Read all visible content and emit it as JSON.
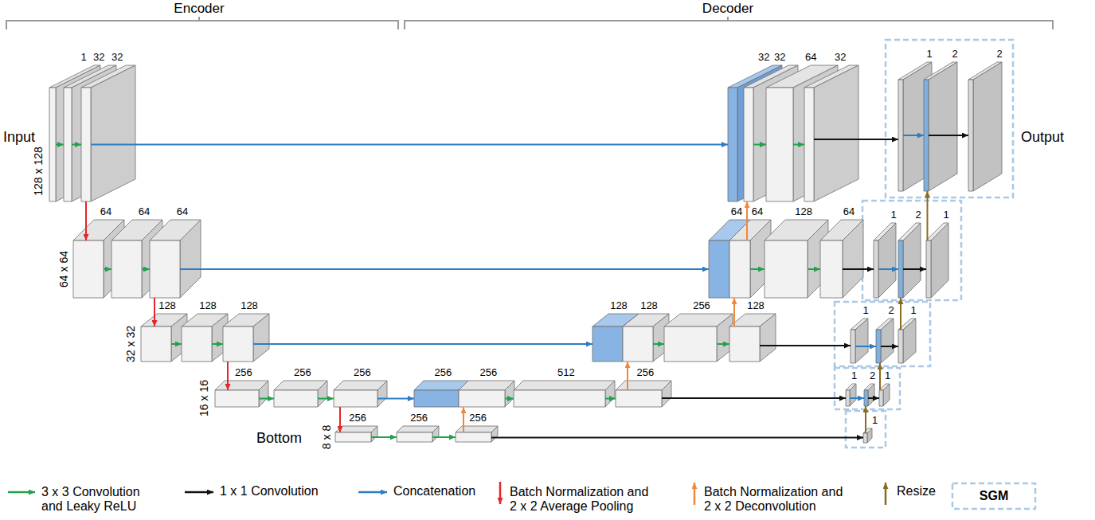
{
  "diagram": {
    "nodes": [
      {
        "text": [
          "1"
        ]
      },
      {
        "text": [
          "32"
        ]
      },
      {
        "text": [
          "32"
        ]
      },
      {
        "text": [
          "64"
        ]
      },
      {
        "text": [
          "64"
        ]
      },
      {
        "text": [
          "64"
        ]
      },
      {
        "text": [
          "128"
        ]
      },
      {
        "text": [
          "128"
        ]
      },
      {
        "text": [
          "128"
        ]
      },
      {
        "text": [
          "256"
        ]
      },
      {
        "text": [
          "256"
        ]
      },
      {
        "text": [
          "256"
        ]
      },
      {
        "text": [
          "256"
        ]
      },
      {
        "text": [
          "256"
        ]
      },
      {
        "text": [
          "256"
        ]
      },
      {
        "text": [
          "256"
        ]
      },
      {
        "text": [
          "256"
        ]
      },
      {
        "text": [
          "512"
        ]
      },
      {
        "text": [
          "256"
        ]
      },
      {
        "text": [
          "128"
        ]
      },
      {
        "text": [
          "128"
        ]
      },
      {
        "text": [
          "256"
        ]
      },
      {
        "text": [
          "128"
        ]
      },
      {
        "text": [
          "64"
        ]
      },
      {
        "text": [
          "64"
        ]
      },
      {
        "text": [
          "128"
        ]
      },
      {
        "text": [
          "64"
        ]
      },
      {
        "text": [
          "32"
        ]
      },
      {
        "text": [
          "32"
        ]
      },
      {
        "text": [
          "64"
        ]
      },
      {
        "text": [
          "32"
        ]
      },
      {
        "text": [
          "1"
        ]
      },
      {
        "text": [
          "2"
        ]
      },
      {
        "text": [
          "2"
        ]
      },
      {
        "text": [
          "1"
        ]
      },
      {
        "text": [
          "2"
        ]
      },
      {
        "text": [
          "1"
        ]
      },
      {
        "text": [
          "1"
        ]
      },
      {
        "text": [
          "2"
        ]
      },
      {
        "text": [
          "1"
        ]
      },
      {
        "text": [
          "1"
        ]
      },
      {
        "text": [
          "2"
        ]
      },
      {
        "text": [
          "1"
        ]
      },
      {
        "text": [
          "1"
        ]
      }
    ],
    "edges": [
      {
        "from": 0,
        "to": 1,
        "arrow": "to"
      },
      {
        "from": 1,
        "to": 2,
        "arrow": "to"
      },
      {
        "from": 3,
        "to": 4,
        "arrow": "to"
      },
      {
        "from": 4,
        "to": 5,
        "arrow": "to"
      },
      {
        "from": 6,
        "to": 7,
        "arrow": "to"
      },
      {
        "from": 7,
        "to": 8,
        "arrow": "to"
      },
      {
        "from": 9,
        "to": 10,
        "arrow": "to"
      },
      {
        "from": 10,
        "to": 11,
        "arrow": "to"
      },
      {
        "from": 12,
        "to": 13,
        "arrow": "to"
      },
      {
        "from": 13,
        "to": 14,
        "arrow": "to"
      },
      {
        "from": 16,
        "to": 17,
        "arrow": "to"
      },
      {
        "from": 17,
        "to": 18,
        "arrow": "to"
      },
      {
        "from": 20,
        "to": 21,
        "arrow": "to"
      },
      {
        "from": 21,
        "to": 22,
        "arrow": "to"
      },
      {
        "from": 24,
        "to": 25,
        "arrow": "to"
      },
      {
        "from": 25,
        "to": 26,
        "arrow": "to"
      },
      {
        "from": 28,
        "to": 29,
        "arrow": "to"
      },
      {
        "from": 29,
        "to": 30,
        "arrow": "to"
      },
      {
        "from": 2,
        "to": 3,
        "arrow": "to"
      },
      {
        "from": 5,
        "to": 6,
        "arrow": "to"
      },
      {
        "from": 8,
        "to": 9,
        "arrow": "to"
      },
      {
        "from": 11,
        "to": 12,
        "arrow": "to"
      },
      {
        "from": 2,
        "to": 27,
        "arrow": "to"
      },
      {
        "from": 5,
        "to": 23,
        "arrow": "to"
      },
      {
        "from": 8,
        "to": 19,
        "arrow": "to"
      },
      {
        "from": 11,
        "to": 15,
        "arrow": "to"
      },
      {
        "from": 14,
        "to": 16,
        "arrow": "to"
      },
      {
        "from": 18,
        "to": 20,
        "arrow": "to"
      },
      {
        "from": 22,
        "to": 24,
        "arrow": "to"
      },
      {
        "from": 24,
        "to": 28,
        "arrow": "to"
      },
      {
        "from": 30,
        "to": 31,
        "arrow": "to"
      },
      {
        "from": 26,
        "to": 34,
        "arrow": "to"
      },
      {
        "from": 22,
        "to": 37,
        "arrow": "to"
      },
      {
        "from": 18,
        "to": 40,
        "arrow": "to"
      },
      {
        "from": 14,
        "to": 43,
        "arrow": "to"
      },
      {
        "from": 31,
        "to": 32,
        "arrow": "to"
      },
      {
        "from": 32,
        "to": 33,
        "arrow": "to"
      },
      {
        "from": 34,
        "to": 35,
        "arrow": "to"
      },
      {
        "from": 35,
        "to": 36,
        "arrow": "to"
      },
      {
        "from": 37,
        "to": 38,
        "arrow": "to"
      },
      {
        "from": 38,
        "to": 39,
        "arrow": "to"
      },
      {
        "from": 40,
        "to": 41,
        "arrow": "to"
      },
      {
        "from": 41,
        "to": 42,
        "arrow": "to"
      },
      {
        "from": 36,
        "to": 32,
        "arrow": "to"
      },
      {
        "from": 39,
        "to": 35,
        "arrow": "to"
      },
      {
        "from": 42,
        "to": 38,
        "arrow": "to"
      },
      {
        "from": 43,
        "to": 41,
        "arrow": "to"
      }
    ],
    "labels": [
      "Encoder",
      "Decoder",
      "Input",
      "128 x 128",
      "64 x 64",
      "32 x 32",
      "16 x 16",
      "8 x 8",
      "Bottom",
      "Output"
    ],
    "legend": [
      {
        "text": "3 x 3 Convolution and Leaky ReLU"
      },
      {
        "text": "1 x 1 Convolution"
      },
      {
        "text": "Concatenation"
      },
      {
        "text": "Batch Normalization and 2 x 2 Average Pooling"
      },
      {
        "text": "Batch Normalization and 2 x 2 Deconvolution"
      },
      {
        "text": "Resize"
      },
      {
        "text": "SGM"
      }
    ]
  }
}
